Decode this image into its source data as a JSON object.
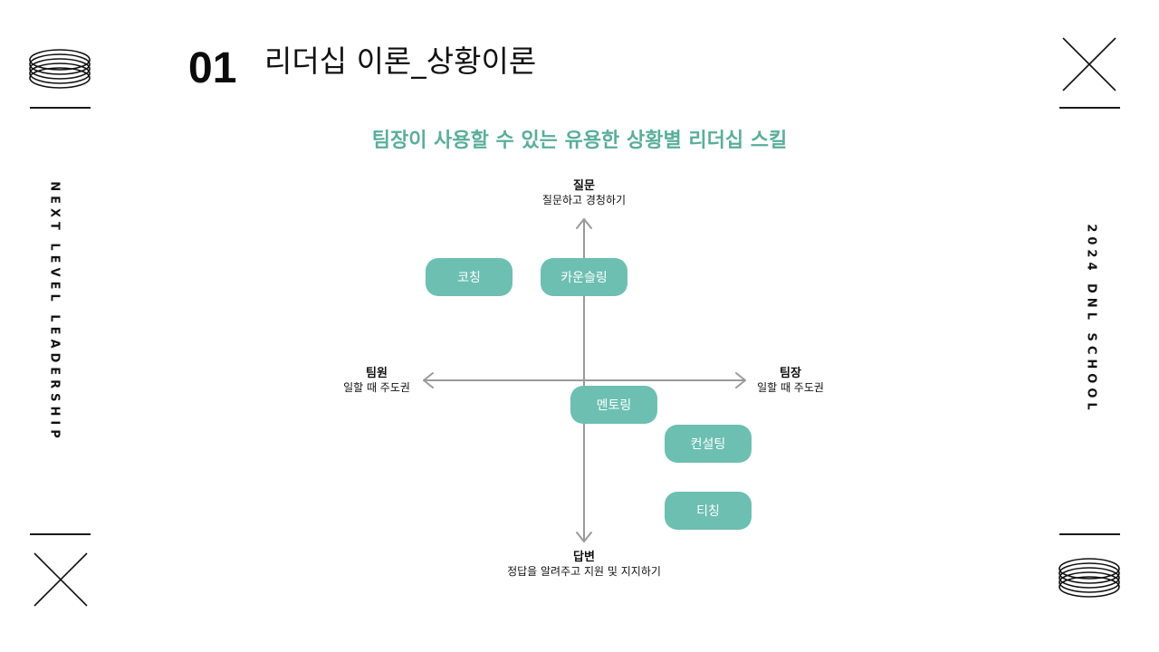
{
  "slide": {
    "number": "01",
    "title": "리더십 이론_상황이론",
    "left_vertical": "NEXT LEVEL LEADERSHIP",
    "right_vertical": "2024 DNL SCHOOL"
  },
  "diagram": {
    "subtitle": "팀장이 사용할 수 있는 유용한 상황별 리더십 스킬",
    "axes": {
      "top": {
        "label": "질문",
        "sub": "질문하고 경청하기"
      },
      "bottom": {
        "label": "답변",
        "sub": "정답을 알려주고 지원 및 지지하기"
      },
      "left": {
        "label": "팀원",
        "sub": "일할 때 주도권"
      },
      "right": {
        "label": "팀장",
        "sub": "일할 때 주도권"
      }
    },
    "skills": [
      "코칭",
      "카운슬링",
      "멘토링",
      "컨설팅",
      "티칭"
    ],
    "colors": {
      "accent": "#5aae9a",
      "pill": "#6dbfb2",
      "axis": "#9a9a9a"
    }
  }
}
